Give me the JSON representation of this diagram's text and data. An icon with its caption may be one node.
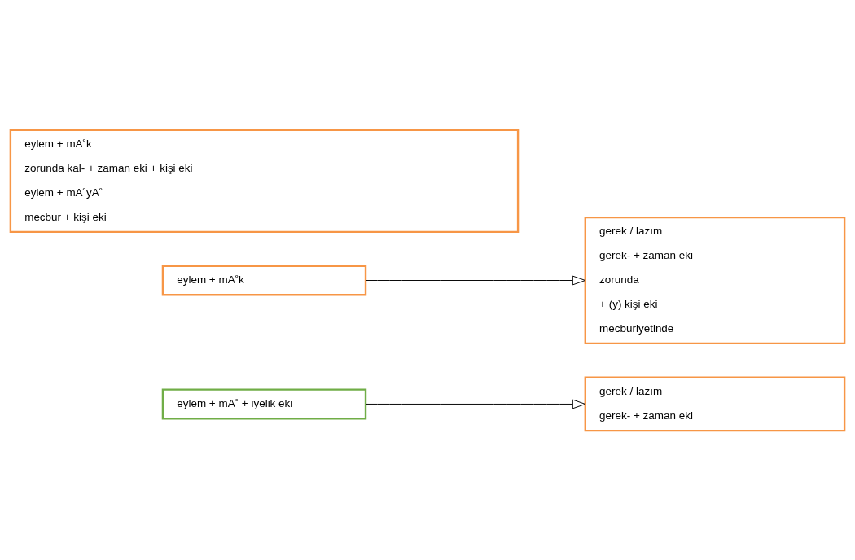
{
  "diagram": {
    "nodes": [
      {
        "text": [
          "eylem + mA˚ + iyelik eki"
        ]
      },
      {
        "text": [
          "gerek / lazım",
          "gerek- + zaman eki"
        ]
      },
      {
        "text": [
          "eylem + mA˚k"
        ]
      },
      {
        "text": [
          "gerek / lazım",
          "gerek- + zaman eki",
          "zorunda",
          "+ (y) kişi eki",
          "mecburiyetinde"
        ]
      },
      {
        "text": [
          "eylem + mA˚k",
          "zorunda kal- + zaman eki + kişi eki",
          "eylem + mA˚yA˚",
          "mecbur + kişi eki"
        ]
      }
    ],
    "edges": [
      {
        "from": 0,
        "to": 1,
        "arrow": "to"
      },
      {
        "from": 2,
        "to": 3,
        "arrow": "to"
      }
    ]
  }
}
